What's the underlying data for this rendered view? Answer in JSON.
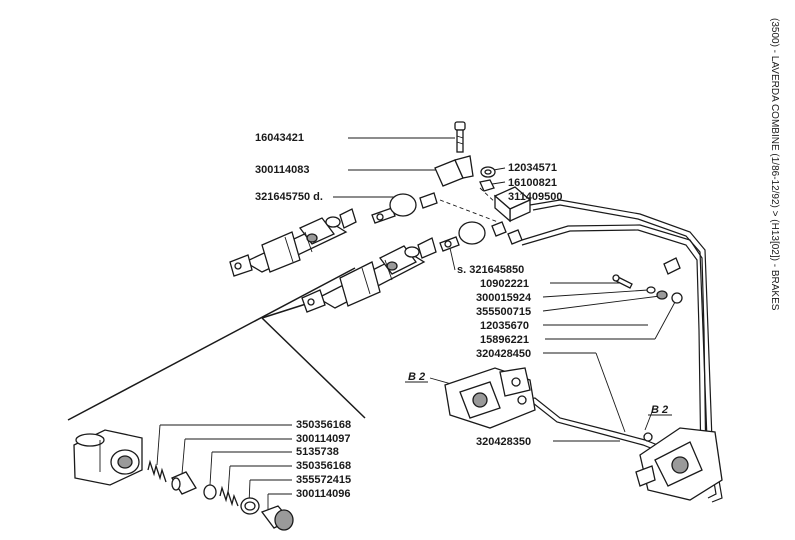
{
  "title": "(3500) - LAVERDA COMBINE (1/86-12/92) > (H13[02]) - BRAKES",
  "labels": {
    "l1": "16043421",
    "l2": "300114083",
    "l3": "321645750 d.",
    "l4": "12034571",
    "l5": "16100821",
    "l6": "311409500",
    "l7": "s. 321645850",
    "l8": "10902221",
    "l9": "300015924",
    "l10": "355500715",
    "l11": "12035670",
    "l12": "15896221",
    "l13": "320428450",
    "l14": "B 2",
    "l15": "B 2",
    "l16": "320428350",
    "l17": "350356168",
    "l18": "300114097",
    "l19": "5135738",
    "l20": "350356168",
    "l21": "355572415",
    "l22": "300114096"
  }
}
